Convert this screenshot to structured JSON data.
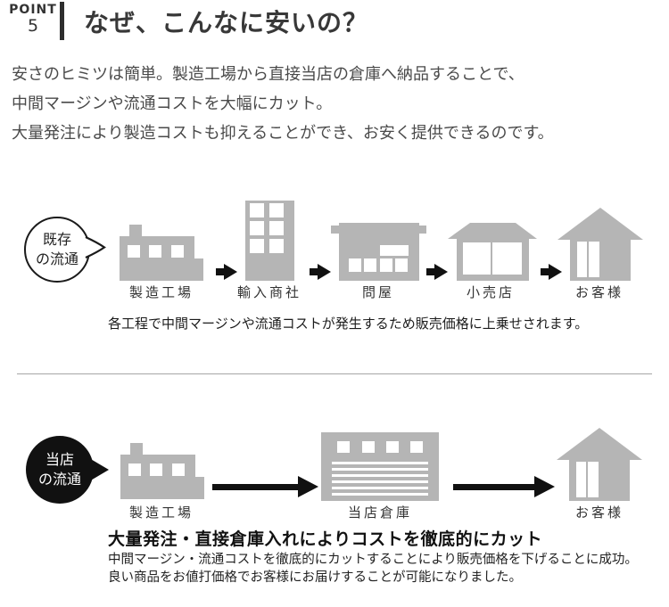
{
  "header": {
    "point_label": "POINT",
    "point_number": "5",
    "title": "なぜ、こんなに安いの？"
  },
  "intro": {
    "line1": "安さのヒミツは簡単。製造工場から直接当店の倉庫へ納品することで、",
    "line2": "中間マージンや流通コストを大幅にカット。",
    "line3": "大量発注により製造コストも抑えることができ、お安く提供できるのです。"
  },
  "old_flow": {
    "bubble": {
      "line1": "既存",
      "line2": "の流通"
    },
    "steps": [
      {
        "icon": "factory-icon",
        "label": "製造工場"
      },
      {
        "icon": "trading-company-icon",
        "label": "輸入商社"
      },
      {
        "icon": "wholesaler-icon",
        "label": "問屋"
      },
      {
        "icon": "retail-store-icon",
        "label": "小売店"
      },
      {
        "icon": "customer-house-icon",
        "label": "お客様"
      }
    ],
    "caption": "各工程で中間マージンや流通コストが発生するため販売価格に上乗せされます。"
  },
  "new_flow": {
    "bubble": {
      "line1": "当店",
      "line2": "の流通"
    },
    "steps": [
      {
        "icon": "factory-icon",
        "label": "製造工場"
      },
      {
        "icon": "warehouse-icon",
        "label": "当店倉庫"
      },
      {
        "icon": "customer-house-icon",
        "label": "お客様"
      }
    ],
    "headline": "大量発注・直接倉庫入れによりコストを徹底的にカット",
    "desc_line1": "中間マージン・流通コストを徹底的にカットすることにより販売価格を下げることに成功。",
    "desc_line2": "良い商品をお値打価格でお客様にお届けすることが可能になりました。"
  },
  "colors": {
    "icon_gray": "#b5b5b5",
    "black": "#111111",
    "divider": "#a6a6a6"
  }
}
